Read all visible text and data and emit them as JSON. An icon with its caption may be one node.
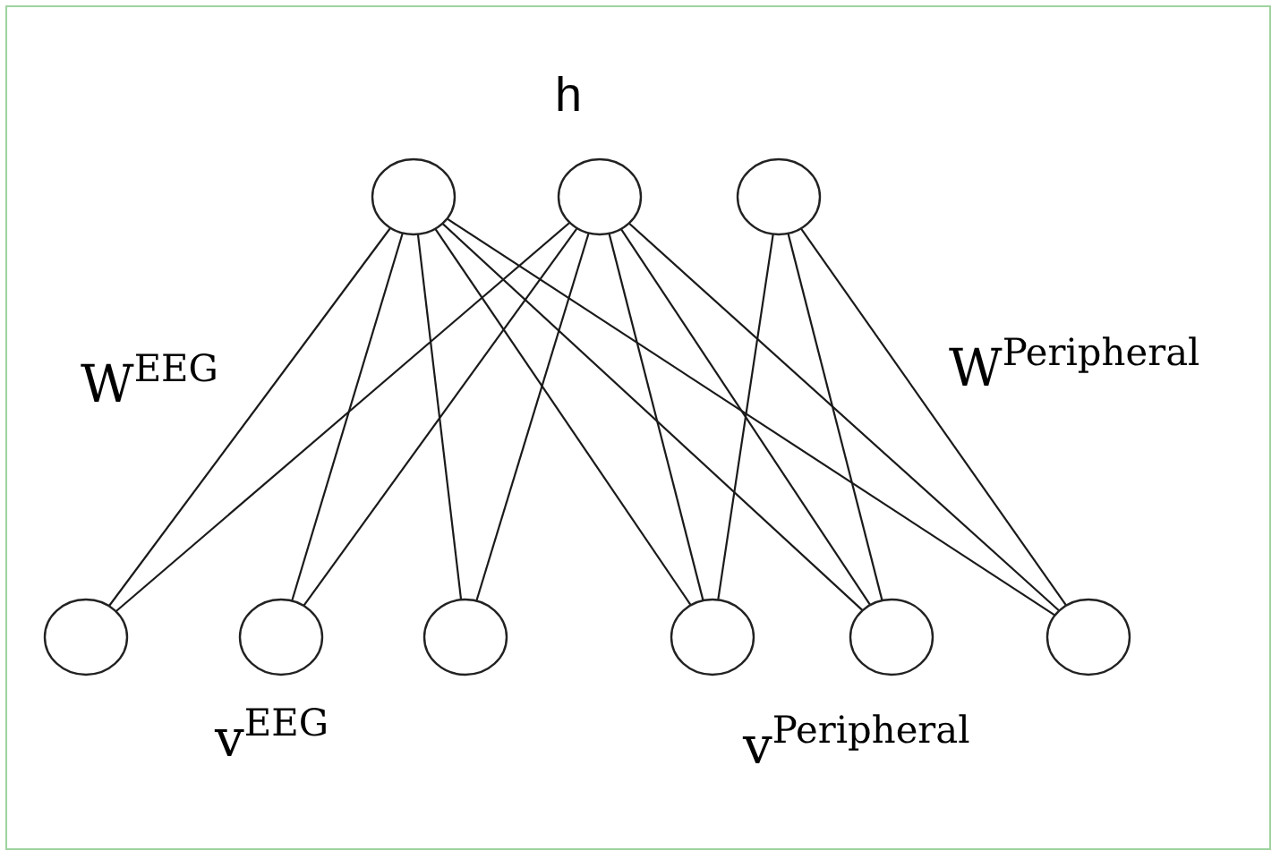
{
  "diagram": {
    "nodes": [
      {
        "text": [],
        "shape": "circle"
      },
      {
        "text": [],
        "shape": "circle"
      },
      {
        "text": [],
        "shape": "circle"
      },
      {
        "text": [],
        "shape": "circle"
      },
      {
        "text": [],
        "shape": "circle"
      },
      {
        "text": [],
        "shape": "circle"
      },
      {
        "text": [],
        "shape": "circle"
      },
      {
        "text": [],
        "shape": "circle"
      },
      {
        "text": [],
        "shape": "circle"
      }
    ],
    "edges": [
      {
        "from": 0,
        "to": 3,
        "arrow": "none"
      },
      {
        "from": 0,
        "to": 4,
        "arrow": "none"
      },
      {
        "from": 0,
        "to": 5,
        "arrow": "none"
      },
      {
        "from": 0,
        "to": 6,
        "arrow": "none"
      },
      {
        "from": 0,
        "to": 7,
        "arrow": "none"
      },
      {
        "from": 0,
        "to": 8,
        "arrow": "none"
      },
      {
        "from": 1,
        "to": 3,
        "arrow": "none"
      },
      {
        "from": 1,
        "to": 4,
        "arrow": "none"
      },
      {
        "from": 1,
        "to": 5,
        "arrow": "none"
      },
      {
        "from": 1,
        "to": 6,
        "arrow": "none"
      },
      {
        "from": 1,
        "to": 7,
        "arrow": "none"
      },
      {
        "from": 1,
        "to": 8,
        "arrow": "none"
      },
      {
        "from": 2,
        "to": 6,
        "arrow": "none"
      },
      {
        "from": 2,
        "to": 7,
        "arrow": "none"
      },
      {
        "from": 2,
        "to": 8,
        "arrow": "none"
      }
    ],
    "labels": [
      "h",
      "W$^{EEG}$",
      "W$^{Peripheral}$",
      "v$^{EEG}$",
      "v$^{Peripheral}$"
    ]
  }
}
